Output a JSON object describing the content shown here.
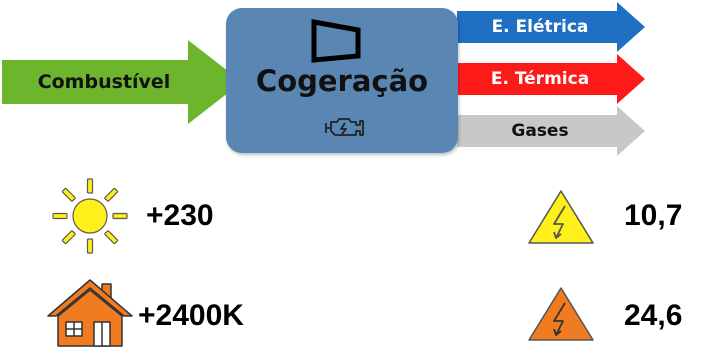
{
  "diagram": {
    "input_label": "Combustível",
    "center_title": "Cogeração",
    "outputs": [
      {
        "label": "E. Elétrica",
        "color": "#1F6FC4"
      },
      {
        "label": "E. Térmica",
        "color": "#FF1A1A"
      },
      {
        "label": "Gases",
        "color": "#C8C8C8"
      }
    ],
    "input_color": "#6CB52D",
    "box_color": "#5A86B4"
  },
  "stats": {
    "sun_value": "+230",
    "house_value": "+2400K",
    "yellow_hazard_value": "10,7",
    "orange_hazard_value": "24,6"
  },
  "icons": [
    "window-icon",
    "engine-icon",
    "sun-icon",
    "house-icon",
    "yellow-hazard-icon",
    "orange-hazard-icon"
  ]
}
